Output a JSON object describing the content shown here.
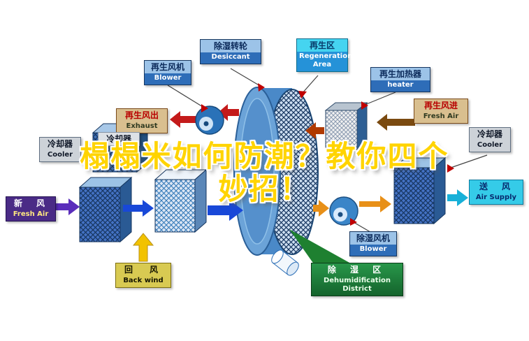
{
  "title": {
    "line1": "榻榻米如何防潮？教你四个",
    "line2": "妙招！"
  },
  "labels": {
    "desiccant": {
      "zh": "除湿转轮",
      "en": "Desiccant"
    },
    "regeneration_area": {
      "zh": "再生区",
      "en": "Regeneration Area"
    },
    "regen_blower": {
      "zh": "再生风机",
      "en": "Blower"
    },
    "regen_heater": {
      "zh": "再生加热器",
      "en": "heater"
    },
    "exhaust": {
      "zh": "再生风出",
      "en": "Exhaust"
    },
    "regen_fresh_air": {
      "zh": "再生风进",
      "en": "Fresh Air"
    },
    "cooler_left": {
      "zh": "冷却器",
      "en": "Cooler"
    },
    "cooler_mid": {
      "zh": "冷却器"
    },
    "cooler_right": {
      "zh": "冷却器",
      "en": "Cooler"
    },
    "fresh_air": {
      "zh": "新　风",
      "en": "Fresh Air"
    },
    "back_wind": {
      "zh": "回　风",
      "en": "Back wind"
    },
    "dehumid_blower": {
      "zh": "除湿风机",
      "en": "Blower"
    },
    "dehumid_district": {
      "zh": "除 湿 区",
      "en": "Dehumidification District"
    },
    "air_supply": {
      "zh": "送　风",
      "en": "Air Supply"
    }
  },
  "colors": {
    "title_yellow": "#FFD400",
    "process_air_blue": "#1848D8",
    "regen_air_red": "#C41A1A",
    "supply_cyan": "#17B0D8",
    "dehumid_green": "#1E8030"
  }
}
